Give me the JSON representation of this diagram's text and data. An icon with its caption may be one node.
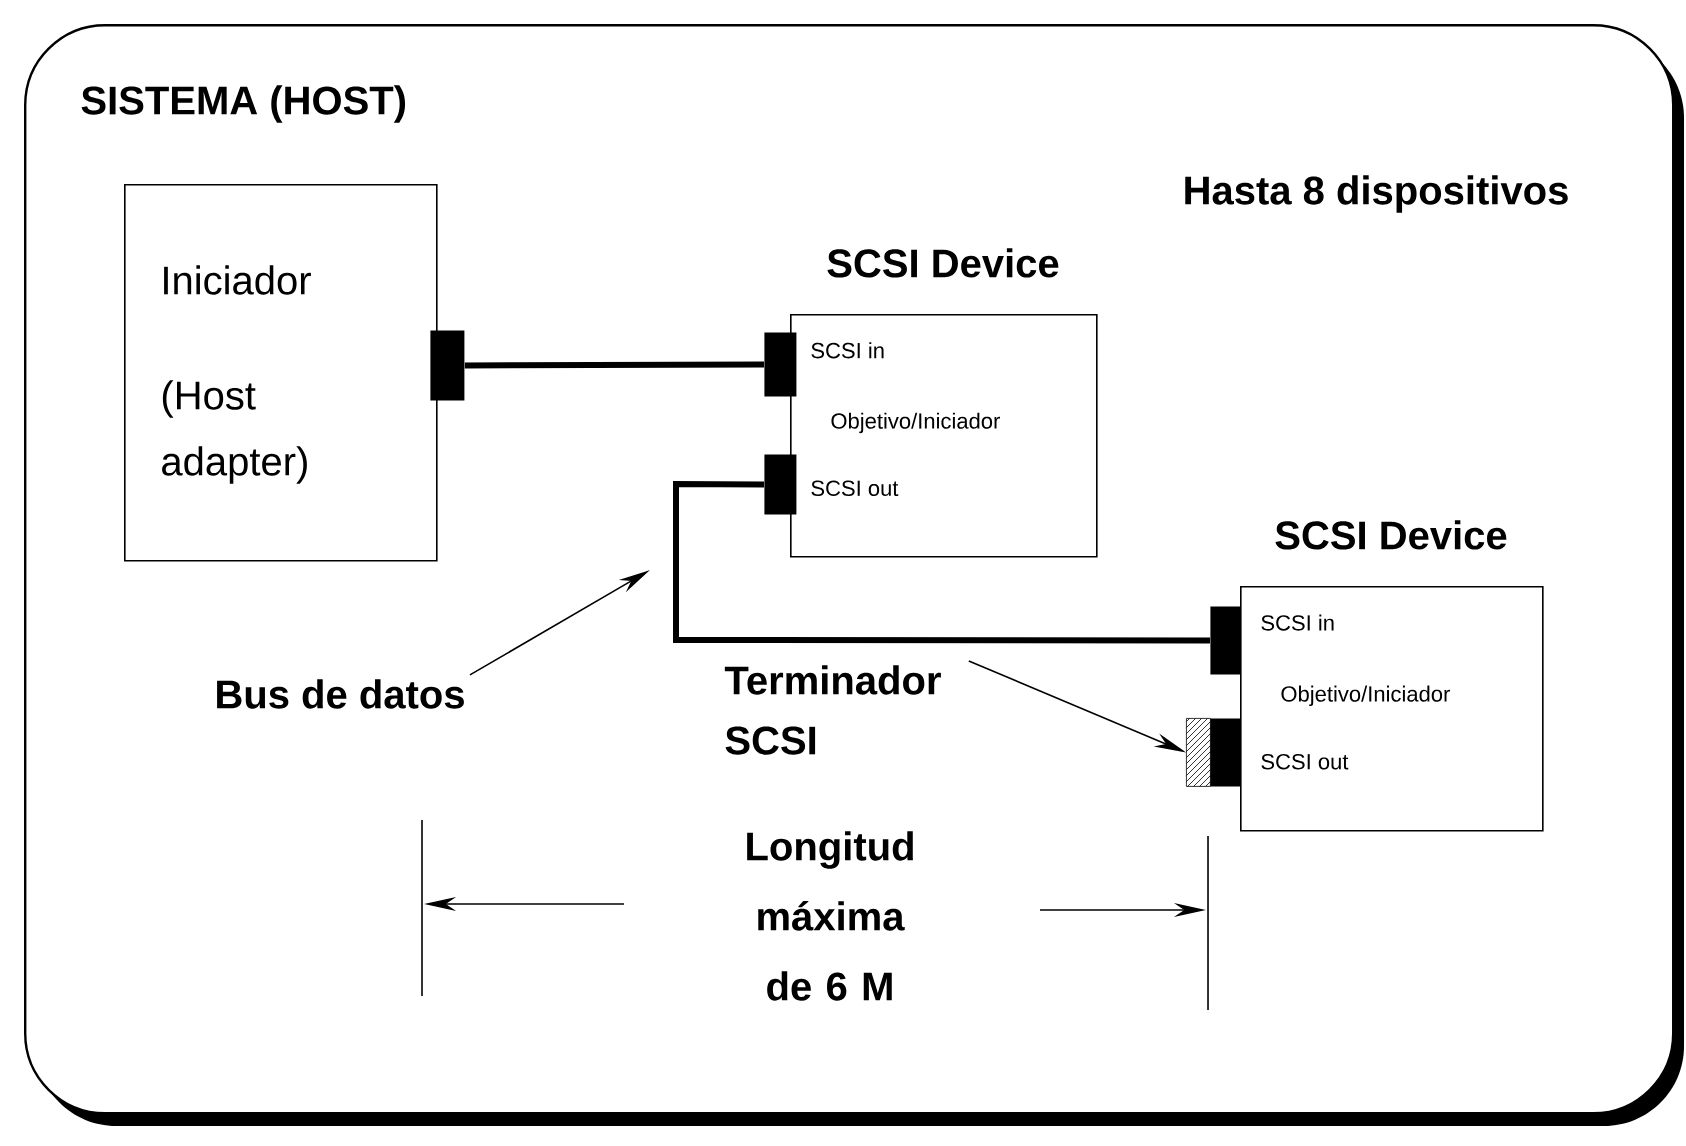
{
  "diagram": {
    "nodes": [
      {
        "text": [
          "SISTEMA (HOST)"
        ]
      },
      {
        "text": [
          "Iniciador",
          "(Host adapter)"
        ],
        "in": 0
      },
      {
        "text": [
          "SCSI Device",
          "SCSI in",
          "Objetivo/Iniciador",
          "SCSI out"
        ],
        "in": 0
      },
      {
        "text": [
          "SCSI Device",
          "SCSI in",
          "Objetivo/Iniciador",
          "SCSI out"
        ],
        "in": 0
      },
      {
        "text": [],
        "shape": "bar",
        "in": 0
      },
      {
        "text": [],
        "shape": "bar",
        "in": 0
      },
      {
        "text": [],
        "shape": "bar",
        "in": 0
      },
      {
        "text": [],
        "shape": "bar",
        "in": 0
      },
      {
        "text": [],
        "shape": "box",
        "in": 0
      },
      {
        "text": [],
        "shape": "bar",
        "in": 0
      },
      {
        "text": [
          "Bus de datos"
        ],
        "in": 0
      },
      {
        "text": [
          "Terminador SCSI"
        ],
        "in": 0
      }
    ],
    "edges": [
      {
        "from": 4,
        "to": 5,
        "arrow": "none",
        "style": "thick"
      },
      {
        "from": 6,
        "to": 7,
        "arrow": "none",
        "style": "thick"
      },
      {
        "from": 10,
        "to": null,
        "arrow": "to"
      },
      {
        "from": 11,
        "to": 8,
        "arrow": "to"
      }
    ],
    "labels": [
      "Hasta 8 dispositivos",
      "Longitud máxima de 6 M"
    ]
  }
}
